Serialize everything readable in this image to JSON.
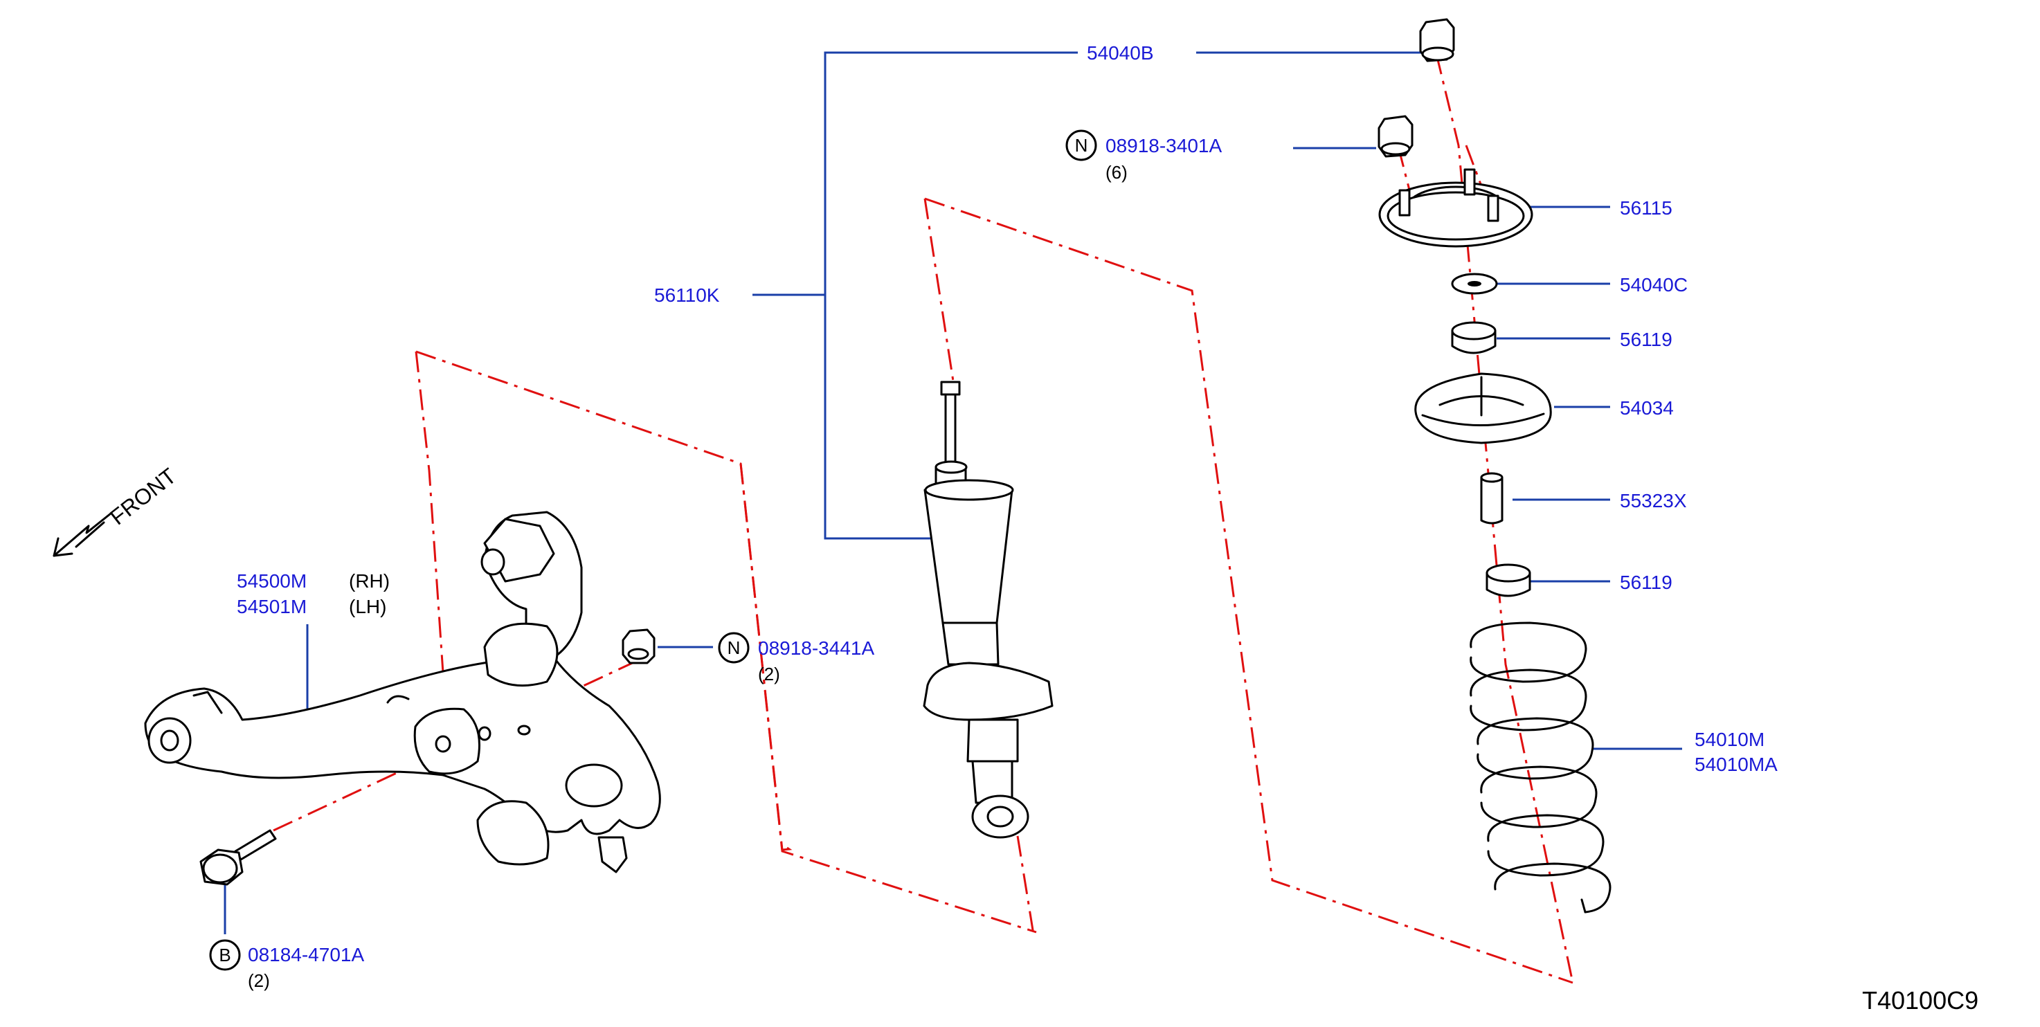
{
  "diagram": {
    "code": "T40100C9",
    "front_label": "FRONT",
    "parts": {
      "p54040B": {
        "number": "54040B"
      },
      "p08918_3401A": {
        "number": "08918-3401A",
        "qty": "(6)",
        "symbol": "N"
      },
      "p56115": {
        "number": "56115"
      },
      "p56110K": {
        "number": "56110K"
      },
      "p54040C": {
        "number": "54040C"
      },
      "p56119_top": {
        "number": "56119"
      },
      "p54034": {
        "number": "54034"
      },
      "p55323X": {
        "number": "55323X"
      },
      "p56119_bottom": {
        "number": "56119"
      },
      "p54500M": {
        "number": "54500M",
        "side": "(RH)"
      },
      "p54501M": {
        "number": "54501M",
        "side": "(LH)"
      },
      "p08918_3441A": {
        "number": "08918-3441A",
        "qty": "(2)",
        "symbol": "N"
      },
      "p54010M": {
        "number": "54010M"
      },
      "p54010MA": {
        "number": "54010MA"
      },
      "p08184_4701A": {
        "number": "08184-4701A",
        "qty": "(2)",
        "symbol": "B"
      }
    }
  }
}
